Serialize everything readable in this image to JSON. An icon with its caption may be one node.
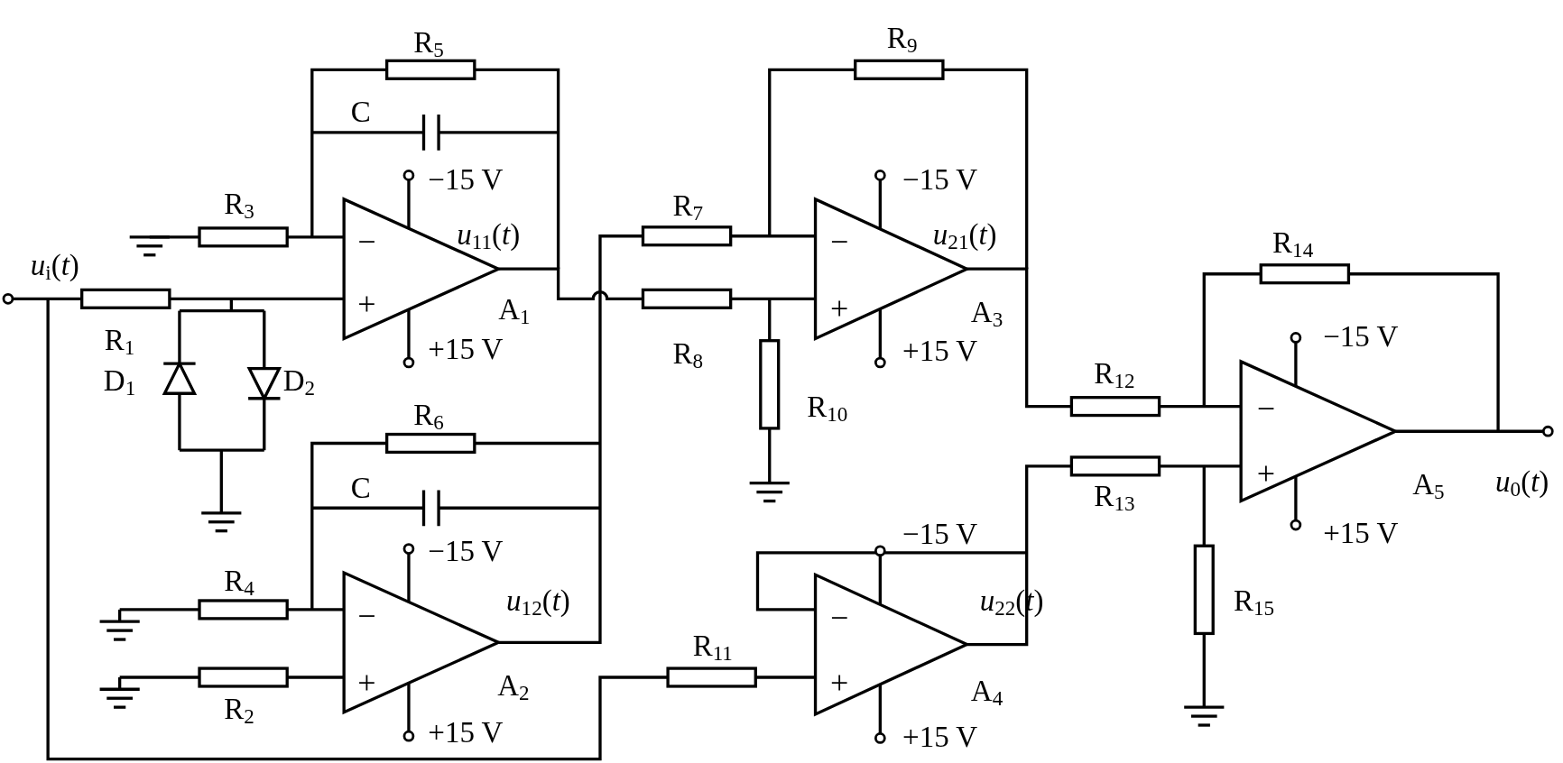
{
  "diagram": {
    "labels": [
      "R$_{5}$",
      "R$_{9}$",
      "C",
      "−15 V",
      "−15 V",
      "R$_{3}$",
      "R$_{7}$",
      "*u*$_{11}$(*t*)",
      "*u*$_{21}$(*t*)",
      "R$_{14}$",
      "*u*$_{i}$(*t*)",
      "A$_{1}$",
      "A$_{3}$",
      "R$_{1}$",
      "+15 V",
      "R$_{8}$",
      "+15 V",
      "−15 V",
      "D$_{1}$",
      "D$_{2}$",
      "R$_{12}$",
      "R$_{6}$",
      "R$_{10}$",
      "C",
      "A$_{5}$",
      "*u*$_{0}$(*t*)",
      "R$_{13}$",
      "−15 V",
      "−15 V",
      "+15 V",
      "R$_{4}$",
      "*u*$_{12}$(*t*)",
      "*u*$_{22}$(*t*)",
      "R$_{15}$",
      "R$_{11}$",
      "A$_{2}$",
      "A$_{4}$",
      "R$_{2}$",
      "+15 V",
      "+15 V",
      "−",
      "−",
      "+",
      "+",
      "−",
      "+",
      "−",
      "−",
      "+",
      "+"
    ]
  }
}
